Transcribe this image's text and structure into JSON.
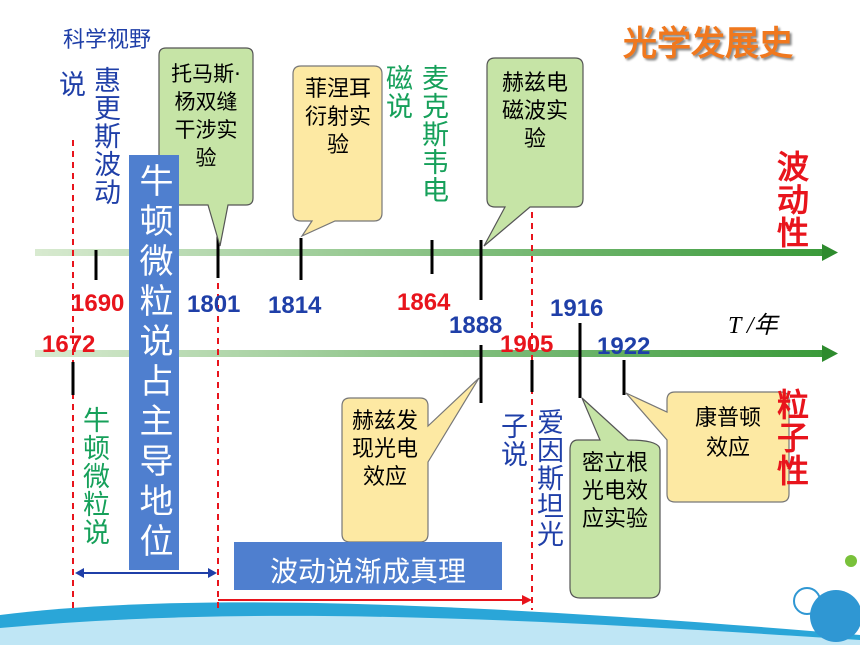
{
  "header": {
    "subtitle": "科学视野",
    "title": "光学发展史"
  },
  "axes": {
    "wave_label": "波动性",
    "particle_label": "粒子性",
    "time_unit": "T /年"
  },
  "years": {
    "y1690": "1690",
    "y1801": "1801",
    "y1814": "1814",
    "y1864": "1864",
    "y1888": "1888",
    "y1916": "1916",
    "y1672": "1672",
    "y1905": "1905",
    "y1922": "1922"
  },
  "events": {
    "huygens_wave": "惠更斯波动",
    "huygens_wave_tail": "说",
    "newton_dominance": "牛顿微粒说占主导地位",
    "young": "托马斯·杨双缝干涉实验",
    "fresnel": "菲涅耳衍射实验",
    "maxwell": "麦克斯韦电",
    "maxwell_tail": "磁说",
    "hertz_em": "赫兹电磁波实验",
    "newton_particle": "牛顿微粒说",
    "hertz_photo": "赫兹发现光电效应",
    "einstein": "爱因斯坦光",
    "einstein_tail": "子说",
    "millikan": "密立根光电效应实验",
    "compton": "康普顿效应",
    "wave_truth": "波动说渐成真理"
  },
  "colors": {
    "red": "#e8141c",
    "blue": "#1f3fa8",
    "green": "#16a05a",
    "callout_green": "#c6e4a6",
    "callout_yellow": "#fde9a3",
    "axis_green": "#3c9a3c",
    "box_blue": "#4f7fcf"
  }
}
